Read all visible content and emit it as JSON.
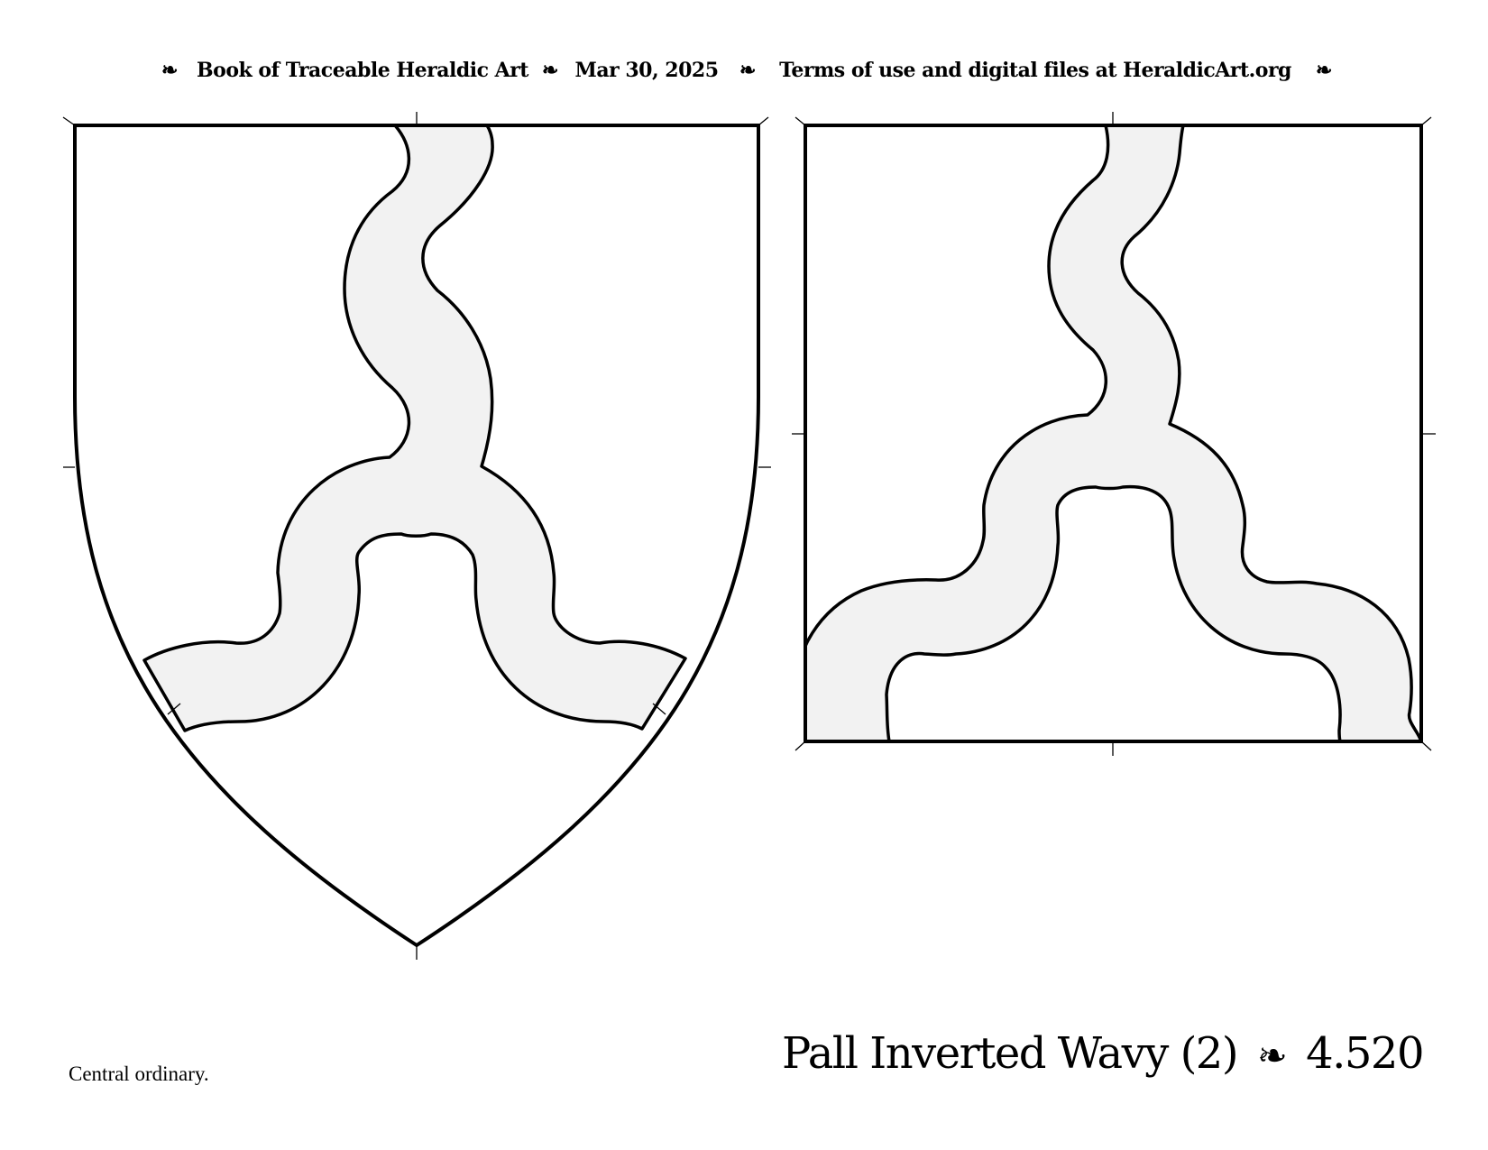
{
  "header": {
    "book_title": "Book of Traceable Heraldic Art",
    "date": "Mar 30, 2025",
    "terms": "Terms of use and digital files at HeraldicArt.org",
    "separator": "❧"
  },
  "footer": {
    "caption": "Central ordinary.",
    "plate_title": "Pall Inverted Wavy (2)",
    "separator": "❧",
    "plate_number": "4.520"
  },
  "colors": {
    "outline": "#000000",
    "charge_fill": "#f2f2f2",
    "field": "#ffffff"
  }
}
